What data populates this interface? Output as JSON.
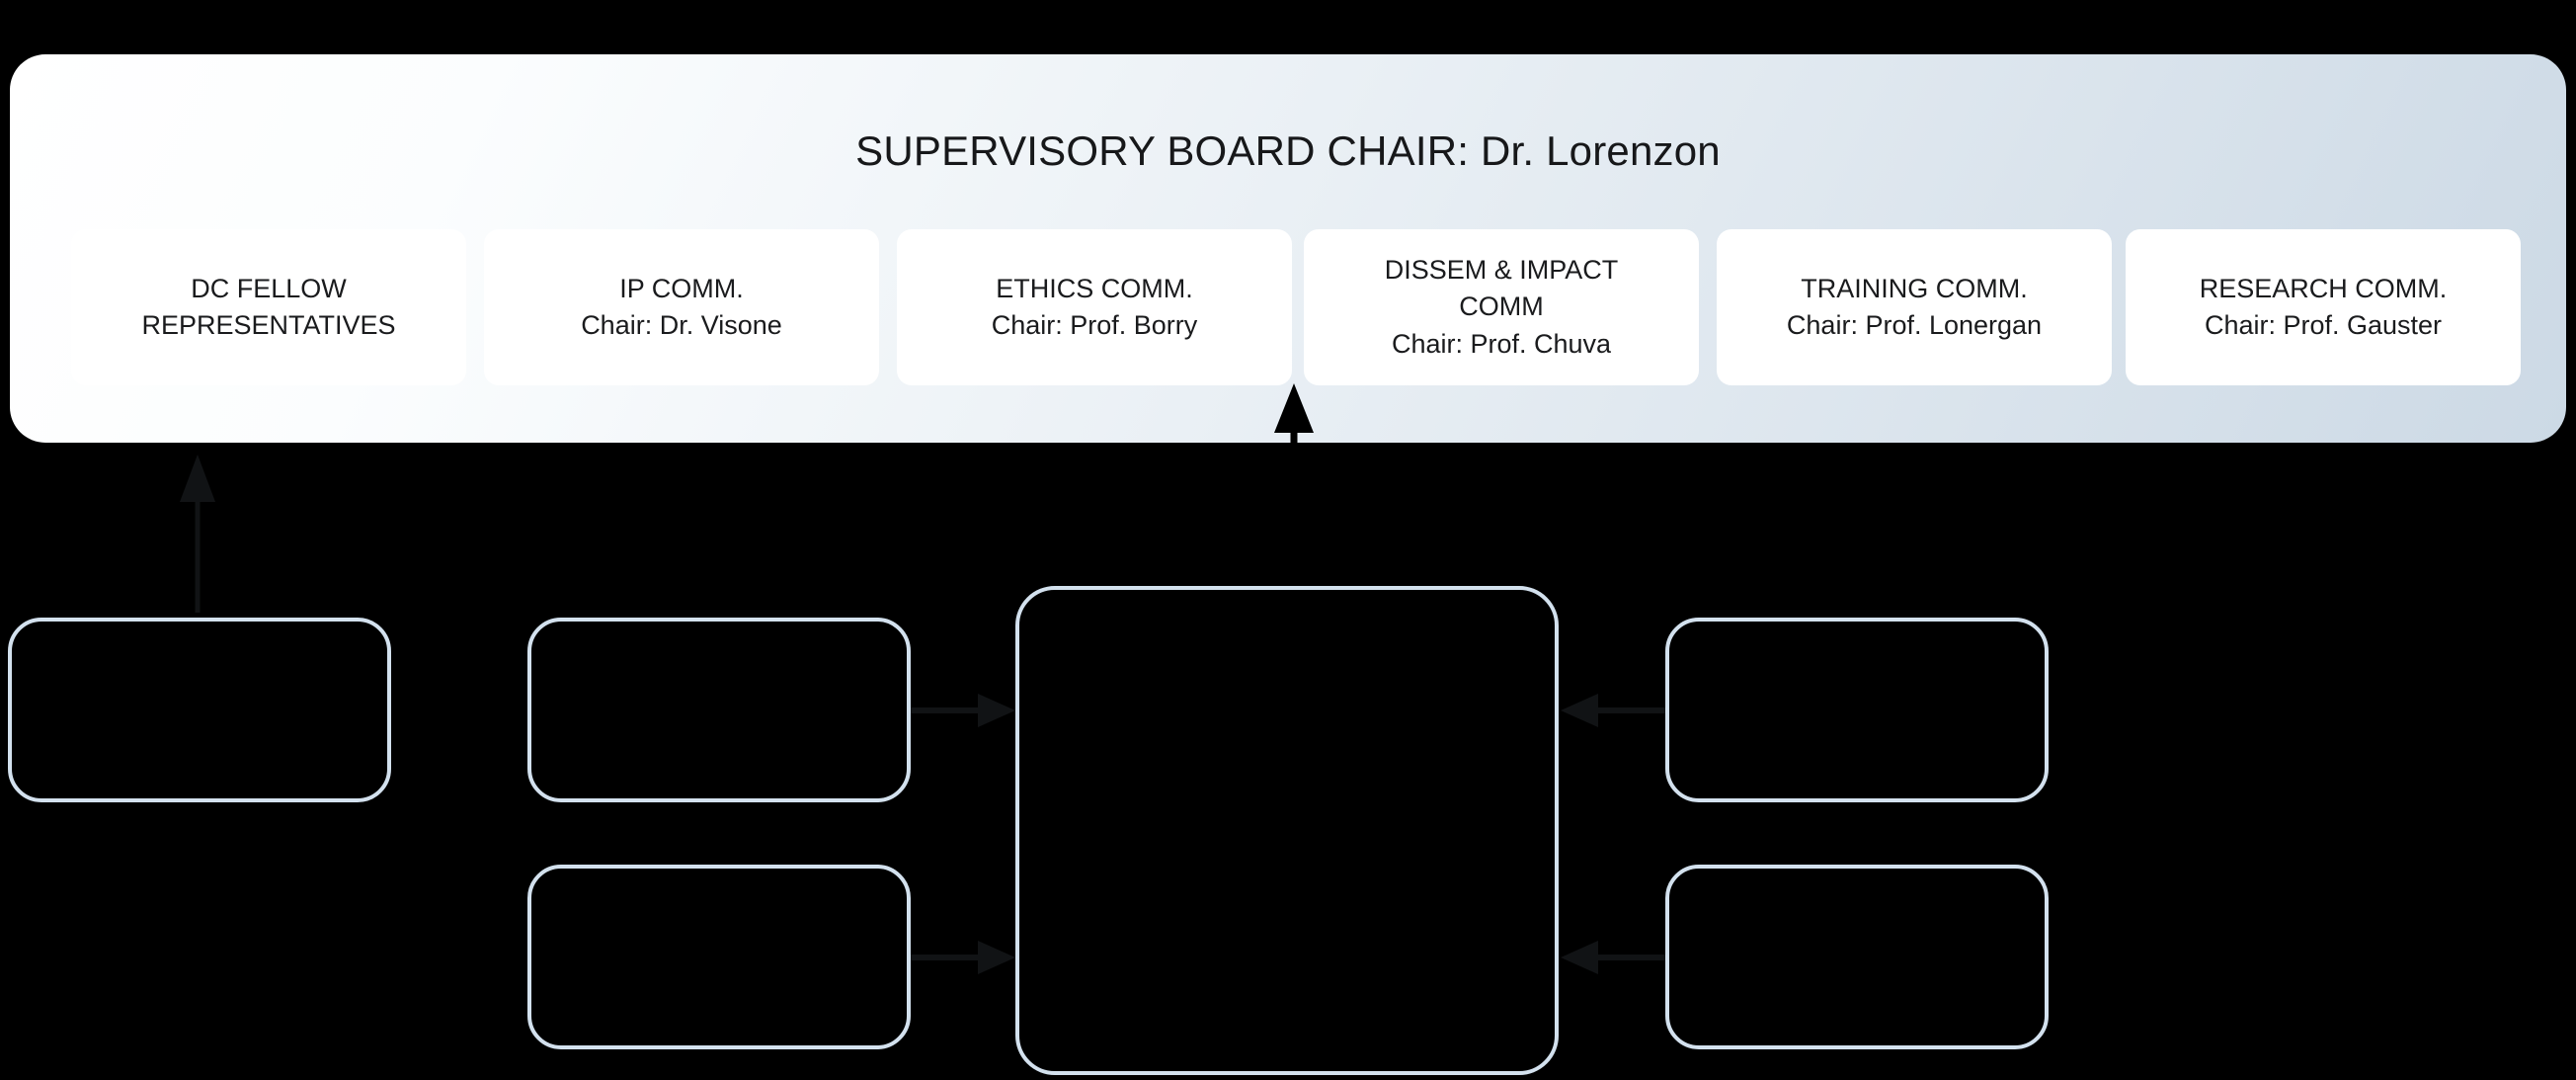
{
  "board": {
    "title": "SUPERVISORY BOARD CHAIR: Dr. Lorenzon",
    "committees": [
      {
        "name": "DC FELLOW",
        "chair": "REPRESENTATIVES"
      },
      {
        "name": "IP COMM.",
        "chair": "Chair: Dr. Visone"
      },
      {
        "name": "ETHICS COMM.",
        "chair": "Chair: Prof. Borry"
      },
      {
        "name": "DISSEM & IMPACT",
        "chair": "COMM",
        "chair2": "Chair: Prof. Chuva"
      },
      {
        "name": "TRAINING COMM.",
        "chair": "Chair: Prof. Lonergan"
      },
      {
        "name": "RESEARCH COMM.",
        "chair": "Chair: Prof. Gauster"
      }
    ]
  },
  "diagram": {
    "nodes": [
      {
        "id": "node-left",
        "label": ""
      },
      {
        "id": "node-mid-top",
        "label": ""
      },
      {
        "id": "node-mid-bot",
        "label": ""
      },
      {
        "id": "node-center",
        "label": ""
      },
      {
        "id": "node-right-top",
        "label": ""
      },
      {
        "id": "node-right-bot",
        "label": ""
      }
    ],
    "connectors": [
      {
        "id": "arrow-left-up",
        "direction": "up",
        "heads": 1
      },
      {
        "id": "arrow-center-bidirectional",
        "direction": "vertical",
        "heads": 2
      },
      {
        "id": "arrow-mid-top-to-center",
        "direction": "right",
        "heads": 1
      },
      {
        "id": "arrow-mid-bot-to-center",
        "direction": "right",
        "heads": 1
      },
      {
        "id": "arrow-right-top-to-center",
        "direction": "left",
        "heads": 1
      },
      {
        "id": "arrow-right-bot-to-center",
        "direction": "left",
        "heads": 1
      }
    ]
  },
  "colors": {
    "bar_gradient_start": "#ffffff",
    "bar_gradient_end": "#ccd9e5",
    "card_background": "#ffffff",
    "node_border": "#d3e1ee",
    "canvas_background": "#000000",
    "text": "#17181a",
    "arrow": "#111315"
  }
}
